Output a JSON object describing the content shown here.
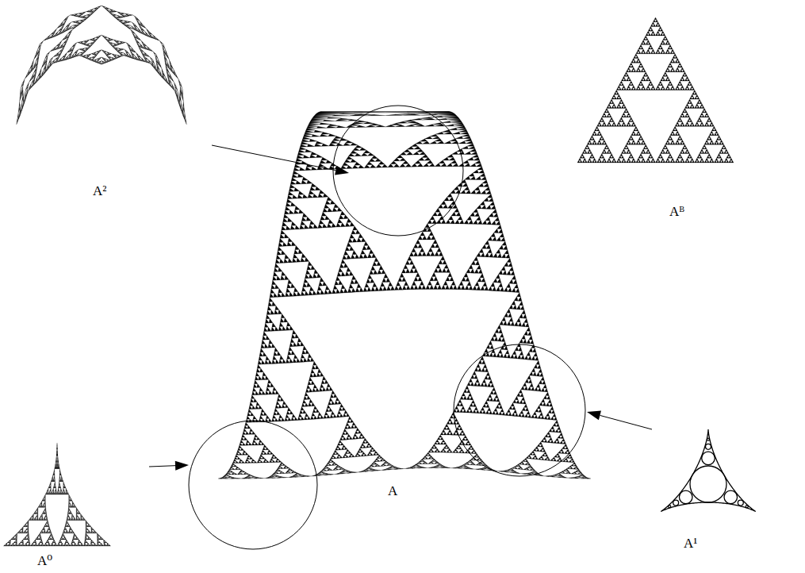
{
  "diagram": {
    "labels": [
      "A²",
      "Aᴮ",
      "A",
      "A⁰",
      "A¹"
    ]
  }
}
